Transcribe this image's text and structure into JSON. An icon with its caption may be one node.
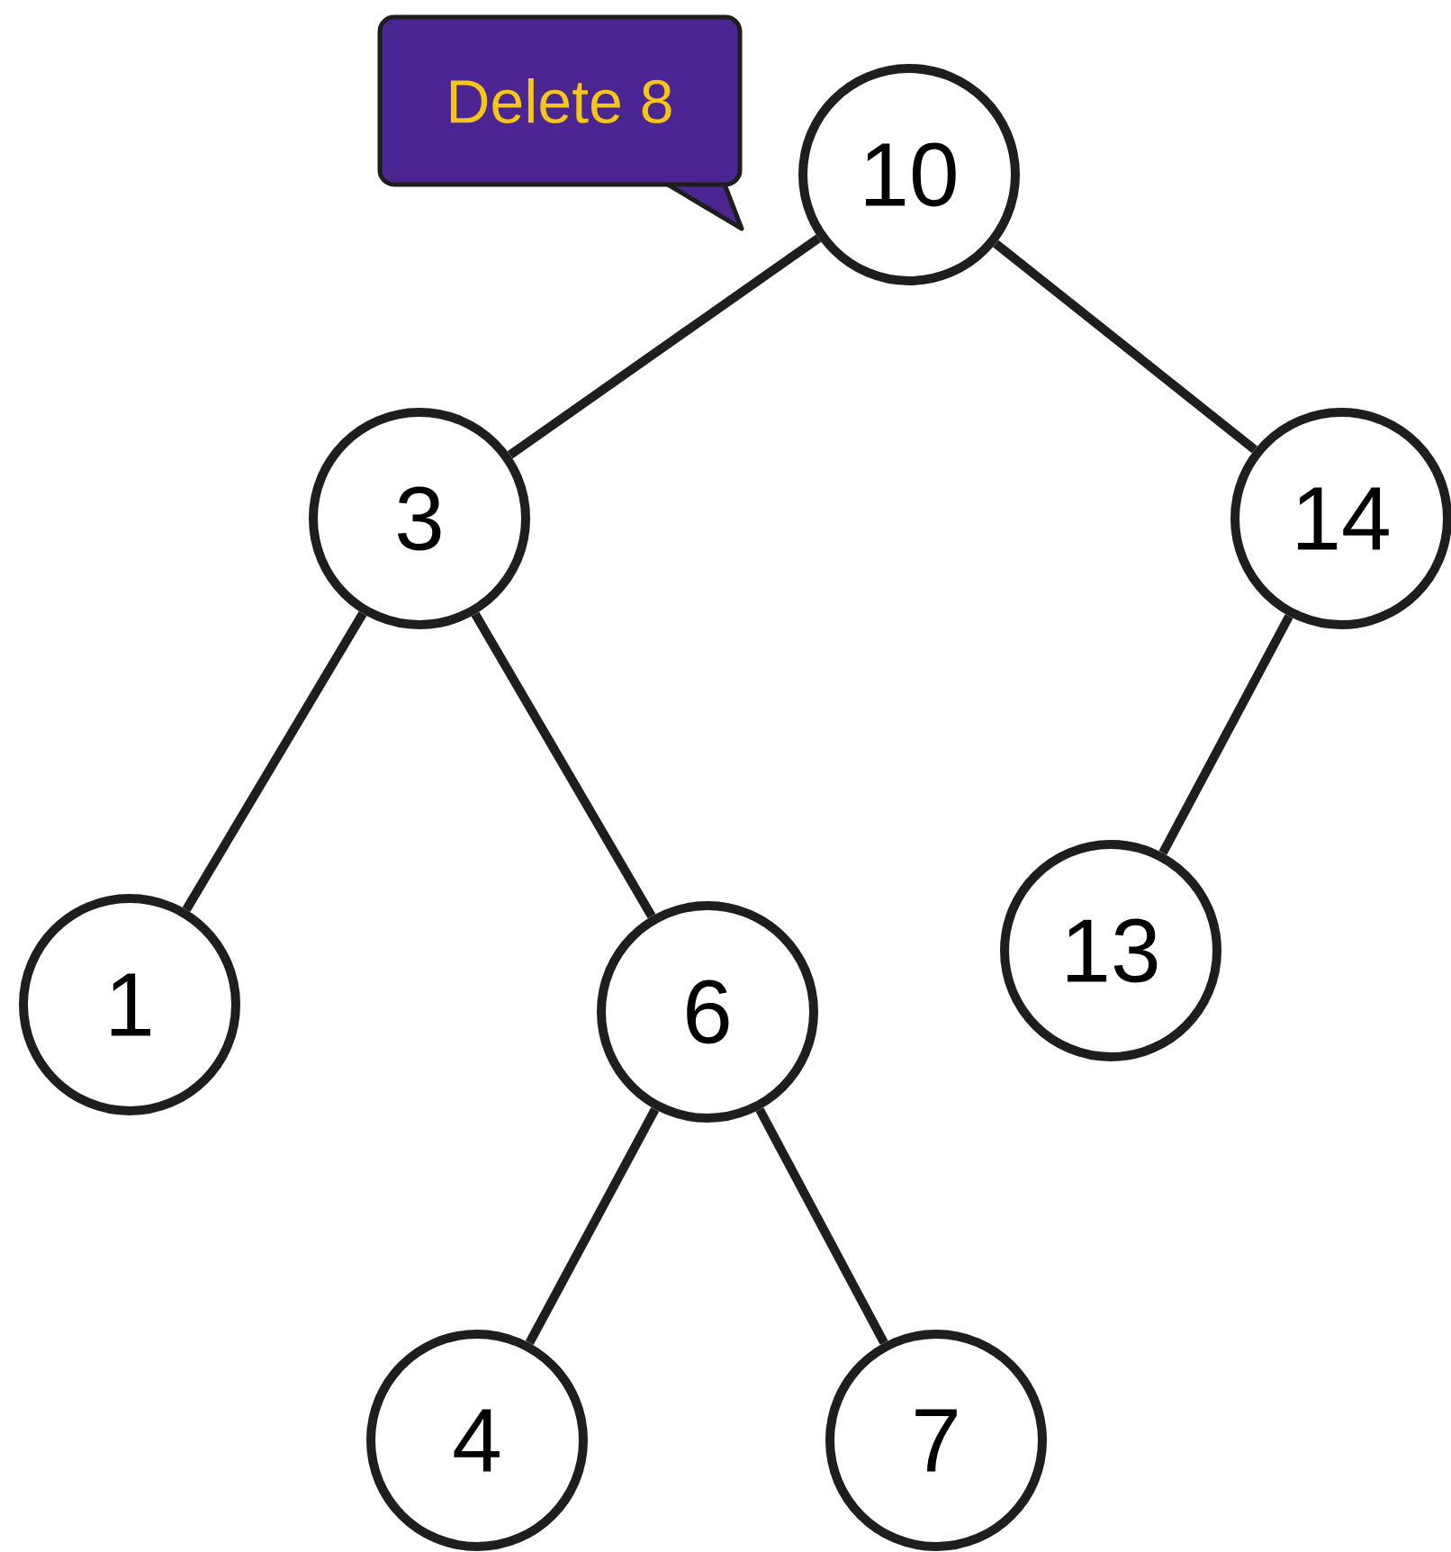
{
  "diagram": {
    "nodes": [
      {
        "text": [
          "Delete 8"
        ]
      },
      {
        "text": [
          "10"
        ]
      },
      {
        "text": [
          "3"
        ]
      },
      {
        "text": [
          "14"
        ]
      },
      {
        "text": [
          "1"
        ]
      },
      {
        "text": [
          "6"
        ]
      },
      {
        "text": [
          "13"
        ]
      },
      {
        "text": [
          "4"
        ]
      },
      {
        "text": [
          "7"
        ]
      }
    ],
    "edges": [
      {
        "from": 1,
        "to": 2,
        "arrow": "none"
      },
      {
        "from": 1,
        "to": 3,
        "arrow": "none"
      },
      {
        "from": 2,
        "to": 4,
        "arrow": "none"
      },
      {
        "from": 2,
        "to": 5,
        "arrow": "none"
      },
      {
        "from": 3,
        "to": 6,
        "arrow": "none"
      },
      {
        "from": 5,
        "to": 7,
        "arrow": "none"
      },
      {
        "from": 5,
        "to": 8,
        "arrow": "none"
      }
    ]
  }
}
